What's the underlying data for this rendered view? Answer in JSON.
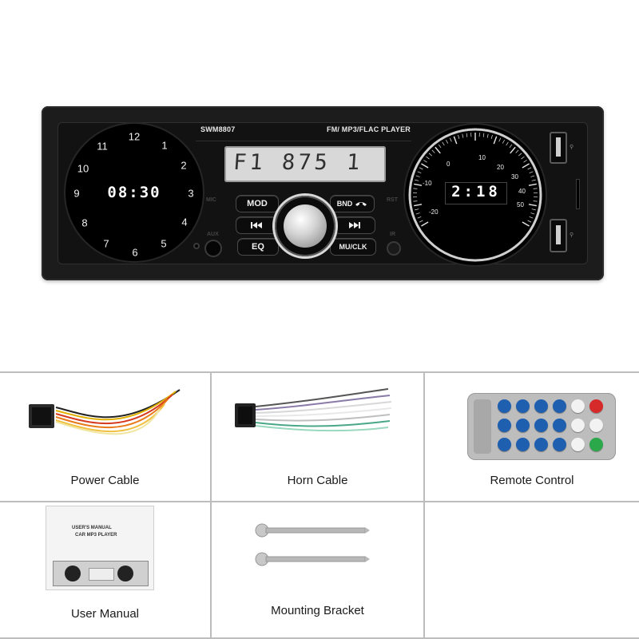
{
  "unit": {
    "model": "SWM8807",
    "subtitle": "FM/ MP3/FLAC PLAYER",
    "lcd_text": "F1 875 1",
    "clock_time": "08:30",
    "gauge_time": "2:18",
    "dial_numbers": [
      "12",
      "1",
      "2",
      "3",
      "4",
      "5",
      "6",
      "7",
      "8",
      "9",
      "10",
      "11"
    ],
    "gauge_numbers": [
      "-20",
      "-10",
      "0",
      "10",
      "20",
      "30",
      "40",
      "50"
    ],
    "buttons": {
      "mod": "MOD",
      "bnd": "BND",
      "eq": "EQ",
      "mu_clk": "MU/CLK",
      "prev_icon": "previous-track-icon",
      "next_icon": "next-track-icon",
      "phone_icon": "phone-icon"
    },
    "port_labels": {
      "mic": "MIC",
      "aux": "AUX",
      "rst": "RST",
      "ir": "IR"
    }
  },
  "accessories": [
    {
      "label": "Power Cable"
    },
    {
      "label": "Horn Cable"
    },
    {
      "label": "Remote Control"
    },
    {
      "label": "User Manual"
    },
    {
      "label": "Mounting Bracket"
    }
  ],
  "manual": {
    "line1": "USER'S MANUAL",
    "line2": "CAR MP3 PLAYER"
  },
  "colors": {
    "unit_body": "#1c1c1c",
    "lcd": "#d8d8d8",
    "grid_line": "#bdbdbd",
    "remote_body": "#bdbdbd",
    "remote_button": "#1f5fb0",
    "remote_power": "#d62a2a",
    "remote_green": "#2aa84a"
  }
}
